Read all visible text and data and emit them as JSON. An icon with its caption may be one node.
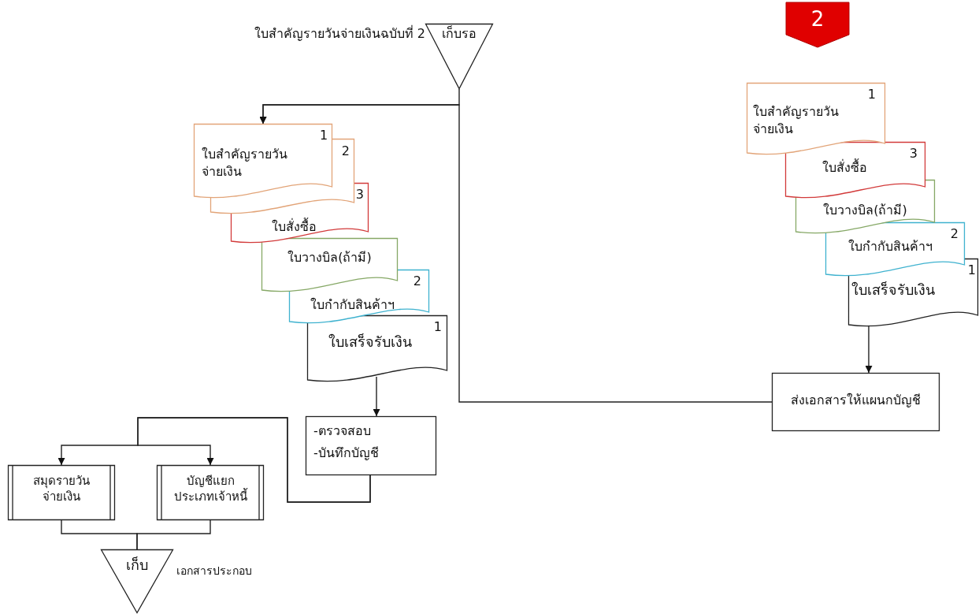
{
  "diagram": {
    "nodes": [
      {
        "text": [
          "2"
        ]
      },
      {
        "text": [
          "เก็บรอ"
        ],
        "beside": [
          "ใบสำคัญรายวันจ่ายเงินฉบับที่ 2"
        ]
      },
      {
        "text": [
          "1",
          "ใบสำคัญรายวันจ่ายเงิน",
          "2"
        ]
      },
      {
        "text": [
          "3",
          "ใบสั่งซื้อ"
        ]
      },
      {
        "text": [
          "ใบวางบิล(ถ้ามี)"
        ]
      },
      {
        "text": [
          "2",
          "ใบกำกับสินค้าฯ"
        ]
      },
      {
        "text": [
          "1",
          "ใบเสร็จรับเงิน"
        ]
      },
      {
        "text": [
          "-ตรวจสอบ",
          "-บันทึกบัญชี"
        ]
      },
      {
        "text": [
          "สมุดรายวันจ่ายเงิน"
        ]
      },
      {
        "text": [
          "บัญชีแยกประเภทเจ้าหนี้"
        ]
      },
      {
        "text": [
          "เก็บ"
        ],
        "beside": [
          "เอกสารประกอบ"
        ]
      },
      {
        "text": [
          "1",
          "ใบสำคัญรายวันจ่ายเงิน"
        ]
      },
      {
        "text": [
          "3",
          "ใบสั่งซื้อ"
        ]
      },
      {
        "text": [
          "ใบวางบิล(ถ้ามี)"
        ]
      },
      {
        "text": [
          "2",
          "ใบกำกับสินค้าฯ"
        ]
      },
      {
        "text": [
          "1",
          "ใบเสร็จรับเงิน"
        ]
      },
      {
        "text": [
          "ส่งเอกสารให้แผนกบัญชี"
        ]
      }
    ],
    "edges": [
      {
        "from": 1,
        "to": 2,
        "arrow": "to"
      },
      {
        "from": 16,
        "to": 2,
        "arrow": "to"
      },
      {
        "from": 6,
        "to": 7,
        "arrow": "to"
      },
      {
        "from": 7,
        "to": 8,
        "arrow": "to"
      },
      {
        "from": 7,
        "to": 9,
        "arrow": "to"
      },
      {
        "from": 8,
        "to": 10,
        "arrow": "none"
      },
      {
        "from": 9,
        "to": 10,
        "arrow": "none"
      },
      {
        "from": 15,
        "to": 16,
        "arrow": "to"
      }
    ]
  }
}
